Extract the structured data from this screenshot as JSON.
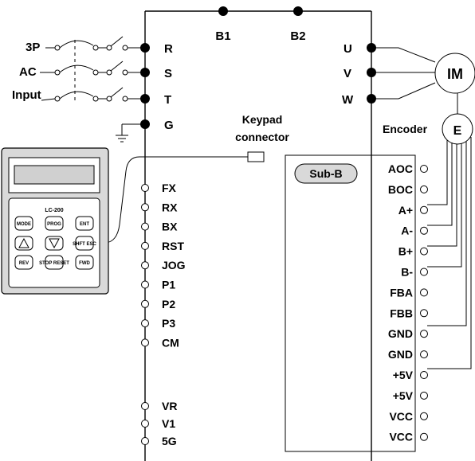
{
  "input": {
    "line1": "3P",
    "line2": "AC",
    "line3": "Input"
  },
  "power_terminals": {
    "r": "R",
    "s": "S",
    "t": "T",
    "g": "G"
  },
  "dc_terminals": {
    "b1": "B1",
    "b2": "B2"
  },
  "output_terminals": {
    "u": "U",
    "v": "V",
    "w": "W"
  },
  "motor": {
    "label": "IM"
  },
  "encoder": {
    "caption": "Encoder",
    "label": "E"
  },
  "keypad_connector": {
    "line1": "Keypad",
    "line2": "connector"
  },
  "keypad": {
    "model": "LC-200",
    "keys": [
      "MODE",
      "PROG",
      "ENT",
      "△",
      "▽",
      "SHFT ESC",
      "REV",
      "STOP RESET",
      "FWD"
    ]
  },
  "control_terminals": [
    "FX",
    "RX",
    "BX",
    "RST",
    "JOG",
    "P1",
    "P2",
    "P3",
    "CM"
  ],
  "analog_terminals": [
    "VR",
    "V1",
    "5G"
  ],
  "sub_board": {
    "label": "Sub-B",
    "terminals": [
      "AOC",
      "BOC",
      "A+",
      "A-",
      "B+",
      "B-",
      "FBA",
      "FBB",
      "GND",
      "GND",
      "+5V",
      "+5V",
      "VCC",
      "VCC"
    ]
  }
}
